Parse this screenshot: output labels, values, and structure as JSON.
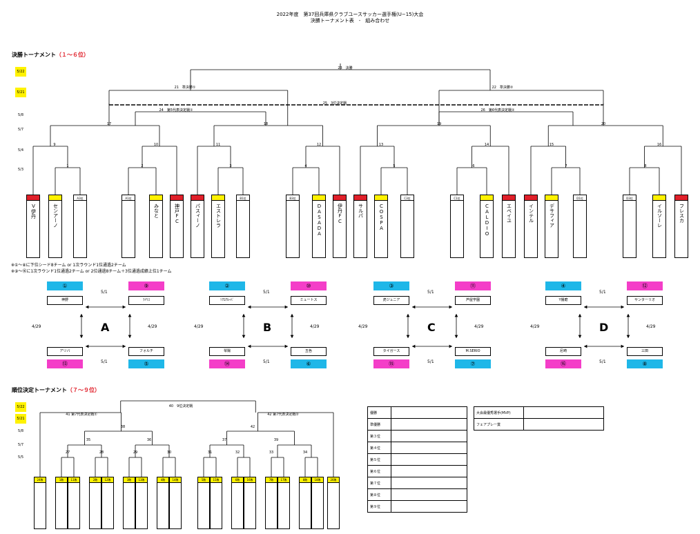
{
  "header": {
    "title": "2022年度　第37回兵庫県クラブユースサッカー選手権(U−15)大会",
    "subtitle": "決勝トーナメント表　-　組み合わせ"
  },
  "final_section": {
    "title": "決勝トーナメント",
    "range": "（１〜６位）",
    "dates": [
      {
        "text": "5/22",
        "yellow": true
      },
      {
        "text": "5/21",
        "yellow": true
      },
      {
        "text": "5/8",
        "yellow": false
      },
      {
        "text": "5/7",
        "yellow": false
      },
      {
        "text": "5/4",
        "yellow": false
      },
      {
        "text": "5/3",
        "yellow": false
      }
    ],
    "match_labels": [
      "23　決勝",
      "21　準決勝①",
      "22　準決勝②",
      "25　3位決定戦",
      "24　第5代表決定戦①",
      "26　第6代表決定戦②",
      "17",
      "18",
      "19",
      "20",
      "9",
      "10",
      "11",
      "12",
      "13",
      "14",
      "15",
      "16",
      "1",
      "2",
      "3",
      "4",
      "5",
      "6",
      "7",
      "8"
    ],
    "slots": [
      {
        "label": "",
        "color": "red",
        "team": "V伊丹"
      },
      {
        "label": "",
        "color": "yel",
        "team": "センアーノ"
      },
      {
        "label": "A3位",
        "color": "",
        "team": ""
      },
      {
        "label": "A1位",
        "color": "",
        "team": ""
      },
      {
        "label": "",
        "color": "yel",
        "team": "みなと"
      },
      {
        "label": "",
        "color": "red",
        "team": "神戸FC"
      },
      {
        "label": "",
        "color": "red",
        "team": "パスィーノ"
      },
      {
        "label": "",
        "color": "yel",
        "team": "エストレラ"
      },
      {
        "label": "B1位",
        "color": "",
        "team": ""
      },
      {
        "label": "B3位",
        "color": "",
        "team": ""
      },
      {
        "label": "",
        "color": "yel",
        "team": "DASADA"
      },
      {
        "label": "",
        "color": "red",
        "team": "伊丹FC"
      },
      {
        "label": "",
        "color": "red",
        "team": "サルパ"
      },
      {
        "label": "",
        "color": "yel",
        "team": "COSPA"
      },
      {
        "label": "C3位",
        "color": "",
        "team": ""
      },
      {
        "label": "C1位",
        "color": "",
        "team": ""
      },
      {
        "label": "",
        "color": "yel",
        "team": "CALDIO"
      },
      {
        "label": "",
        "color": "red",
        "team": "エベイユ"
      },
      {
        "label": "",
        "color": "red",
        "team": "インテル"
      },
      {
        "label": "",
        "color": "yel",
        "team": "デサフィア"
      },
      {
        "label": "D1位",
        "color": "",
        "team": ""
      },
      {
        "label": "D3位",
        "color": "",
        "team": ""
      },
      {
        "label": "",
        "color": "yel",
        "team": "イルソーレ"
      },
      {
        "label": "",
        "color": "red",
        "team": "フレスカ"
      }
    ],
    "notes": [
      "※①〜⑧に下位シード8チーム or 1次ラウンド1位通過2チーム",
      "※⑨〜⑯に1次ラウンド1位通過2チーム or 2位通過8チーム＋3位通過成績上位1チーム"
    ]
  },
  "groups": [
    {
      "letter": "A",
      "tl": {
        "seed": "①",
        "team": "神野"
      },
      "tr": {
        "seed": "⑨",
        "team": "ﾗｲﾘｽ"
      },
      "bl": {
        "seed": "⑬",
        "team": "アリバ"
      },
      "br": {
        "seed": "⑤",
        "team": "フォルチ"
      }
    },
    {
      "letter": "B",
      "tl": {
        "seed": "②",
        "team": "ｿｱﾛｱﾙｰﾊﾞ"
      },
      "tr": {
        "seed": "⑩",
        "team": "ミュートス"
      },
      "bl": {
        "seed": "⑭",
        "team": "琴陽"
      },
      "br": {
        "seed": "⑥",
        "team": "五色"
      }
    },
    {
      "letter": "C",
      "tl": {
        "seed": "③",
        "team": "虎ジュニア"
      },
      "tr": {
        "seed": "⑪",
        "team": "芦屋学園"
      },
      "bl": {
        "seed": "⑮",
        "team": "タイガース"
      },
      "br": {
        "seed": "⑦",
        "team": "M.SERIO"
      }
    },
    {
      "letter": "D",
      "tl": {
        "seed": "④",
        "team": "Y播磨"
      },
      "tr": {
        "seed": "⑫",
        "team": "サンターリオ"
      },
      "bl": {
        "seed": "⑯",
        "team": "尼崎"
      },
      "br": {
        "seed": "⑧",
        "team": "三田"
      }
    }
  ],
  "group_dates": {
    "top": "5/1",
    "bottom": "5/1",
    "left": "4/29",
    "right": "4/29"
  },
  "rank_section": {
    "title": "順位決定トーナメント",
    "range": "（７〜９位）",
    "dates": [
      {
        "text": "5/22",
        "yellow": true
      },
      {
        "text": "5/21",
        "yellow": true
      },
      {
        "text": "5/8",
        "yellow": false
      },
      {
        "text": "5/7",
        "yellow": false
      },
      {
        "text": "5/5",
        "yellow": false
      }
    ],
    "match_labels": [
      "40　9位決定戦",
      "41 第7代表決定戦①",
      "42 第7代表決定戦②",
      "38",
      "42",
      "35",
      "36",
      "37",
      "39",
      "27",
      "28",
      "29",
      "30",
      "31",
      "32",
      "33",
      "34"
    ],
    "slots": [
      "24敗",
      "1敗",
      "11敗",
      "2敗",
      "12敗",
      "3敗",
      "13敗",
      "4敗",
      "14敗",
      "5敗",
      "15敗",
      "6敗",
      "16敗",
      "7敗",
      "17敗",
      "8敗",
      "18敗",
      "26敗"
    ]
  },
  "results": {
    "left": [
      "優勝",
      "準優勝",
      "第３位",
      "第４位",
      "第５位",
      "第６位",
      "第７位",
      "第８位",
      "第９位"
    ],
    "right": [
      "大会最優秀選手(MVP)",
      "フェアプレー賞"
    ]
  }
}
